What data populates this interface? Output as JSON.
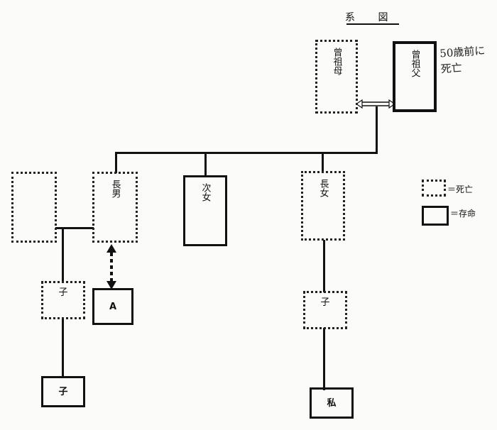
{
  "diagram": {
    "title": "系 図",
    "handwritten_note": "50歳前に死亡",
    "legend": {
      "dead_label": "＝死亡",
      "alive_label": "＝存命"
    },
    "nodes": {
      "great_grandmother": "曾祖母",
      "great_grandfather": "曾祖父",
      "blank_spouse": "",
      "eldest_son": "長男",
      "second_daughter": "次女",
      "eldest_daughter": "長女",
      "child_left": "子",
      "person_a": "A",
      "grandchild_left": "子",
      "child_right": "子",
      "me": "私"
    }
  }
}
